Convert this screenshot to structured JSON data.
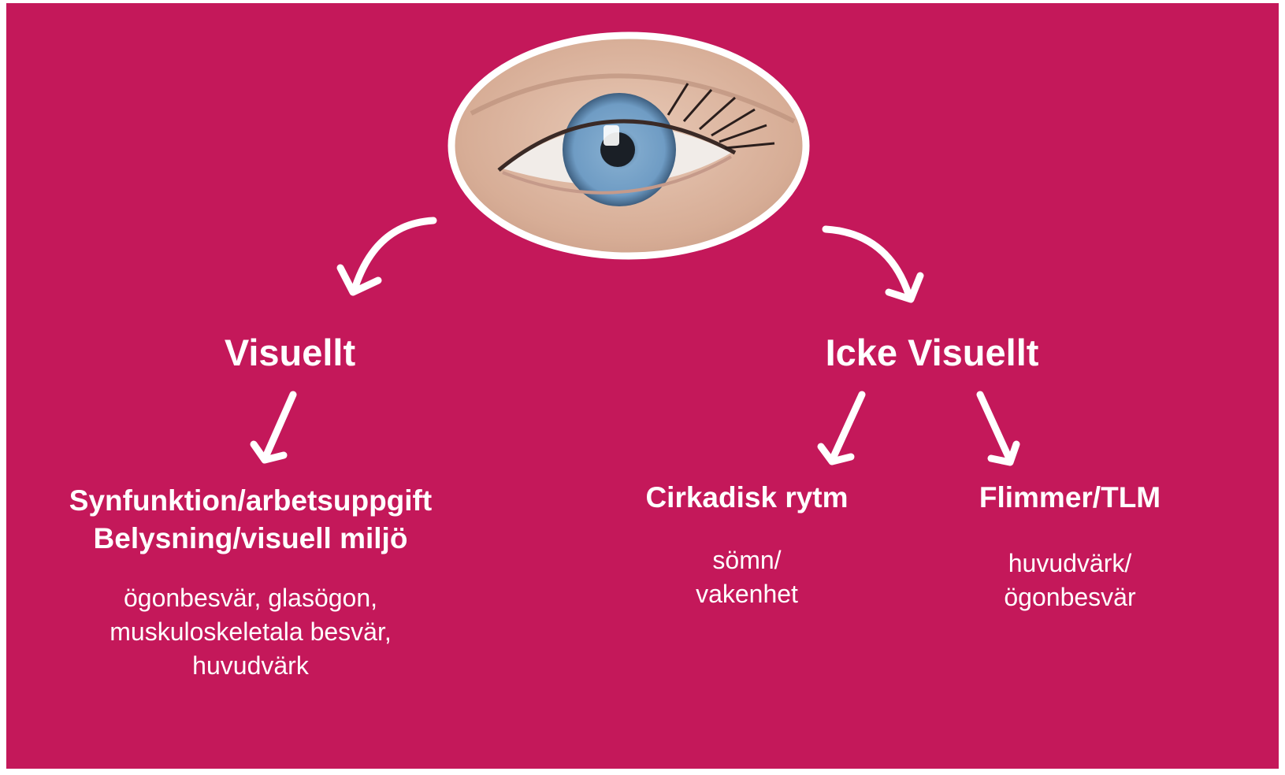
{
  "colors": {
    "background": "#c4185a",
    "foreground": "#ffffff",
    "iris": "#6f9cc4"
  },
  "image": {
    "name": "eye-photo"
  },
  "left_branch": {
    "title": "Visuellt",
    "subtitle_line1": "Synfunktion/arbetsuppgift",
    "subtitle_line2": "Belysning/visuell miljö",
    "body_line1": "ögonbesvär, glasögon,",
    "body_line2": "muskuloskeletala besvär,",
    "body_line3": "huvudvärk"
  },
  "right_branch": {
    "title": "Icke Visuellt",
    "sub_left": {
      "title": "Cirkadisk rytm",
      "body_line1": "sömn/",
      "body_line2": "vakenhet"
    },
    "sub_right": {
      "title": "Flimmer/TLM",
      "body_line1": "huvudvärk/",
      "body_line2": "ögonbesvär"
    }
  }
}
